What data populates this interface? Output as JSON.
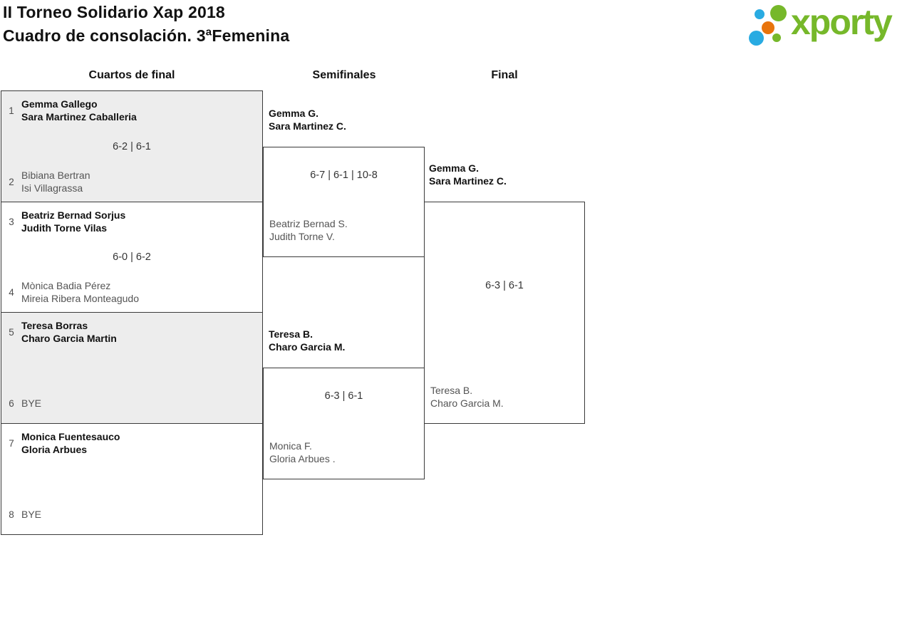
{
  "header": {
    "title_line1": "II Torneo Solidario Xap 2018",
    "title_line2": "Cuadro de consolación. 3ªFemenina"
  },
  "logo": {
    "text": "xporty"
  },
  "round_headers": {
    "quarterfinals": "Cuartos de final",
    "semifinals": "Semifinales",
    "final": "Final"
  },
  "bracket": {
    "quarterfinals": [
      {
        "seed_top": "1",
        "team_top": [
          "Gemma Gallego",
          "Sara Martinez Caballeria"
        ],
        "score": "6-2 | 6-1",
        "seed_bottom": "2",
        "team_bottom": [
          "Bibiana Bertran",
          "Isi Villagrassa"
        ]
      },
      {
        "seed_top": "3",
        "team_top": [
          "Beatriz Bernad Sorjus",
          "Judith Torne Vilas"
        ],
        "score": "6-0 | 6-2",
        "seed_bottom": "4",
        "team_bottom": [
          "Mònica Badia Pérez",
          "Mireia Ribera Monteagudo"
        ]
      },
      {
        "seed_top": "5",
        "team_top": [
          "Teresa Borras",
          "Charo Garcia Martin"
        ],
        "score": "",
        "seed_bottom": "6",
        "team_bottom": [
          "BYE"
        ]
      },
      {
        "seed_top": "7",
        "team_top": [
          "Monica Fuentesauco",
          "Gloria Arbues"
        ],
        "score": "",
        "seed_bottom": "8",
        "team_bottom": [
          "BYE"
        ]
      }
    ],
    "semifinals": [
      {
        "winner": [
          "Gemma G.",
          "Sara Martinez C."
        ],
        "score": "6-7 | 6-1 | 10-8",
        "loser": [
          "Beatriz Bernad S.",
          "Judith Torne V."
        ]
      },
      {
        "winner": [
          "Teresa B.",
          "Charo Garcia M."
        ],
        "score": "6-3 | 6-1",
        "loser": [
          "Monica F.",
          "Gloria Arbues ."
        ]
      }
    ],
    "final": {
      "winner": [
        "Gemma G.",
        "Sara Martinez C."
      ],
      "score": "6-3 | 6-1",
      "loser": [
        "Teresa B.",
        "Charo Garcia M."
      ]
    }
  },
  "colors": {
    "brand_green": "#76B82A",
    "brand_blue": "#29ABE2",
    "brand_orange": "#E8740C",
    "box_fill_gray": "#EDEDED",
    "box_border": "#3A3A3A",
    "muted_text": "#545454"
  }
}
